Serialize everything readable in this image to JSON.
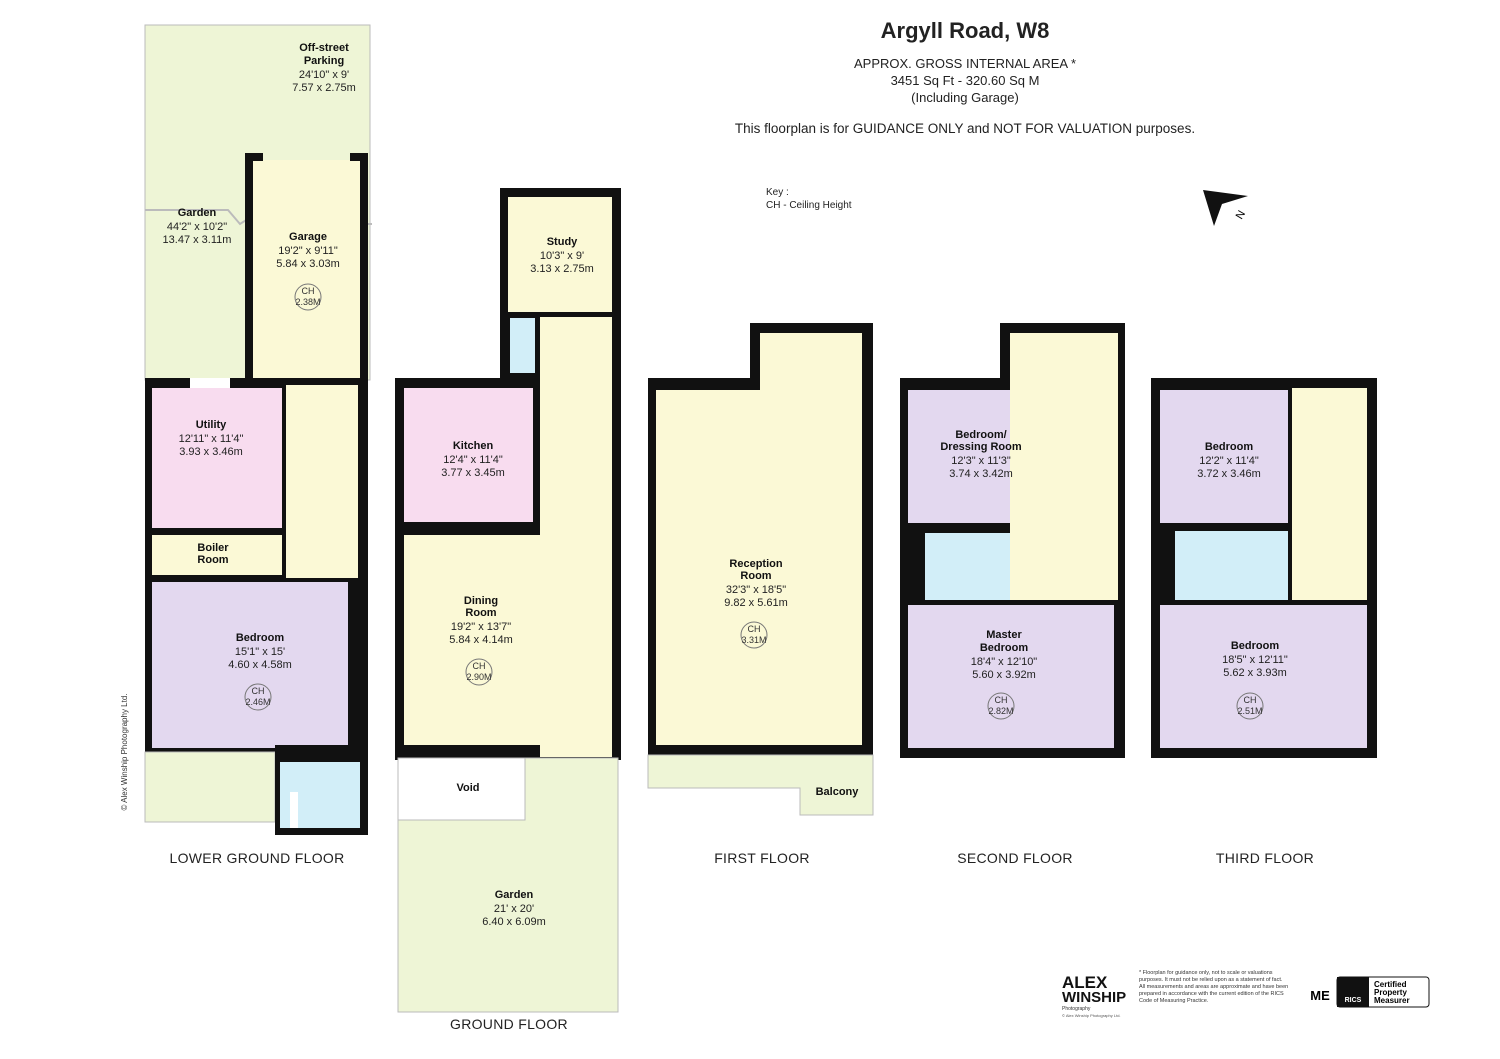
{
  "header": {
    "title": "Argyll Road, W8",
    "area_label": "APPROX. GROSS INTERNAL  AREA *",
    "area_value": "3451 Sq Ft  -  320.60 Sq M",
    "area_note": "(Including Garage)",
    "disclaimer": "This floorplan is for GUIDANCE ONLY and NOT FOR VALUATION purposes."
  },
  "key": {
    "title": "Key :",
    "item": "CH - Ceiling Height"
  },
  "copyright_side": "© Alex Winship Photography Ltd.",
  "floors": [
    "LOWER GROUND FLOOR",
    "GROUND FLOOR",
    "FIRST FLOOR",
    "SECOND FLOOR",
    "THIRD FLOOR"
  ],
  "rooms": {
    "parking": {
      "name1": "Off-street",
      "name2": "Parking",
      "imp": "24'10\" x 9'",
      "met": "7.57 x 2.75m"
    },
    "garden_lg": {
      "name": "Garden",
      "imp": "44'2\" x 10'2\"",
      "met": "13.47 x 3.11m"
    },
    "garage": {
      "name": "Garage",
      "imp": "19'2\" x 9'11\"",
      "met": "5.84 x 3.03m",
      "ch": "2.38M"
    },
    "utility": {
      "name": "Utility",
      "imp": "12'11\" x 11'4\"",
      "met": "3.93 x 3.46m"
    },
    "boiler": {
      "name1": "Boiler",
      "name2": "Room"
    },
    "bedroom_lg": {
      "name": "Bedroom",
      "imp": "15'1\" x 15'",
      "met": "4.60 x 4.58m",
      "ch": "2.46M"
    },
    "study": {
      "name": "Study",
      "imp": "10'3\" x 9'",
      "met": "3.13 x 2.75m"
    },
    "kitchen": {
      "name": "Kitchen",
      "imp": "12'4\" x 11'4\"",
      "met": "3.77 x 3.45m"
    },
    "dining": {
      "name1": "Dining",
      "name2": "Room",
      "imp": "19'2\" x 13'7\"",
      "met": "5.84 x 4.14m",
      "ch": "2.90M"
    },
    "void": {
      "name": "Void"
    },
    "garden_g": {
      "name": "Garden",
      "imp": "21' x 20'",
      "met": "6.40 x 6.09m"
    },
    "reception": {
      "name1": "Reception",
      "name2": "Room",
      "imp": "32'3\" x 18'5\"",
      "met": "9.82 x 5.61m",
      "ch": "3.31M"
    },
    "balcony": {
      "name": "Balcony"
    },
    "dressing": {
      "name1": "Bedroom/",
      "name2": "Dressing Room",
      "imp": "12'3\" x 11'3\"",
      "met": "3.74 x 3.42m"
    },
    "master": {
      "name1": "Master",
      "name2": "Bedroom",
      "imp": "18'4\" x 12'10\"",
      "met": "5.60 x 3.92m",
      "ch": "2.82M"
    },
    "bed3a": {
      "name": "Bedroom",
      "imp": "12'2\" x 11'4\"",
      "met": "3.72 x 3.46m"
    },
    "bed3b": {
      "name": "Bedroom",
      "imp": "18'5\" x 12'11\"",
      "met": "5.62 x 3.93m",
      "ch": "2.51M"
    }
  },
  "ch_label": "CH",
  "footer": {
    "brand1": "ALEX",
    "brand2": "WINSHIP",
    "brand_sub": "Photography",
    "brand_copy": "© Alex Winship Photography Ltd.",
    "notice": "* Floorplan for guidance only, not to scale or valuations purposes. It must not be relied upon as a statement of fact. All measurements and areas are approximate and have been prepared in accordance with the current edition of the RICS Code of Measuring Practice.",
    "rics": "RICS",
    "cert1": "Certified",
    "cert2": "Property",
    "cert3": "Measurer",
    "me": "ME"
  },
  "colors": {
    "garden": "#eef5d6",
    "hall": "#fbf9d6",
    "pink": "#f8dcef",
    "purple": "#e3d8ef",
    "blue": "#d2eef8"
  }
}
